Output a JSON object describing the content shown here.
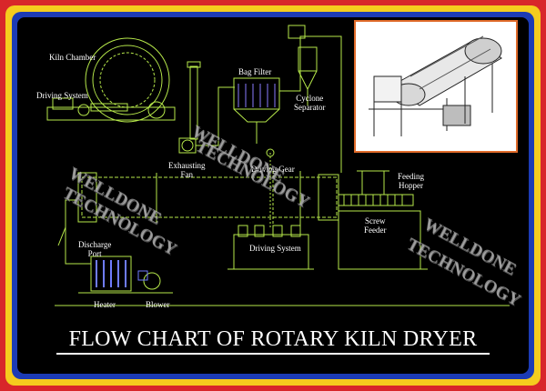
{
  "colors": {
    "outer_border": "#d8262a",
    "inner_border": "#f5cc1e",
    "blue_border": "#1c3bb5",
    "background": "#000000",
    "line_color": "#b6e84a",
    "photo_border": "#e06b2a"
  },
  "labels": {
    "kiln_chamber": "Kiln Chamber",
    "driving_system_top": "Driving System",
    "bag_filter": "Bag Filter",
    "cyclone_separator": "Cyclone\nSeparator",
    "exhausting_fan": "Exhausting\nFan",
    "driving_gear": "Driving Gear",
    "feeding_hopper": "Feeding\nHopper",
    "screw_feeder": "Screw\nFeeder",
    "discharge_port": "Discharge\nPort",
    "driving_system_bottom": "Driving System",
    "heater": "Heater",
    "blower": "Blower"
  },
  "watermark": {
    "line1": "WELLDONE",
    "line2": "TECHNOLOGY"
  },
  "title": "FLOW CHART OF ROTARY KILN DRYER"
}
